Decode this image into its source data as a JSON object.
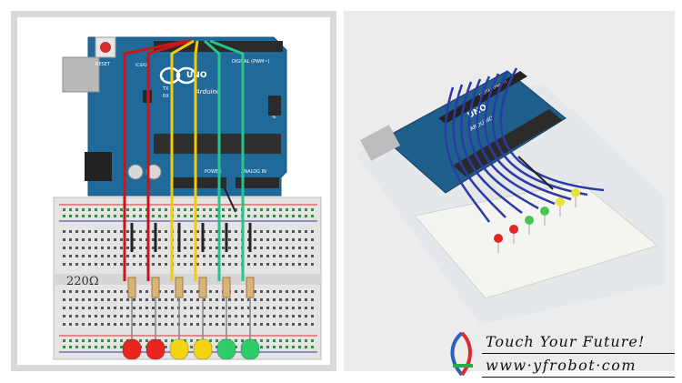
{
  "left_diagram": {
    "resistor_label": "220Ω",
    "board_labels": {
      "reset": "RESET",
      "uno": "UNO",
      "arduino": "Arduino",
      "digital": "DIGITAL (PWM~)",
      "power": "POWER",
      "analog": "ANALOG IN",
      "icsp": "ICSP",
      "tx": "TX",
      "rx": "RX",
      "l": "L",
      "icsp2": "ICSP2"
    },
    "led_colors": [
      "#e8261f",
      "#e8261f",
      "#f3d511",
      "#f3d511",
      "#2fcd6a",
      "#2fcd6a"
    ],
    "wire_colors": [
      "#c8161b",
      "#c8161b",
      "#f2cc0c",
      "#f2cc0c",
      "#27c58c",
      "#27c58c"
    ]
  },
  "right_photo": {
    "board_labels": {
      "uno": "UNO",
      "arduino": "ARDUINO",
      "digital": "DIGITAL (PWM~)"
    },
    "led_colors": [
      "#e02626",
      "#e02626",
      "#43c84b",
      "#43c84b",
      "#e8e33a",
      "#e8e33a"
    ]
  },
  "branding": {
    "slogan": "Touch Your Future!",
    "url": "www·yfrobot·com"
  }
}
